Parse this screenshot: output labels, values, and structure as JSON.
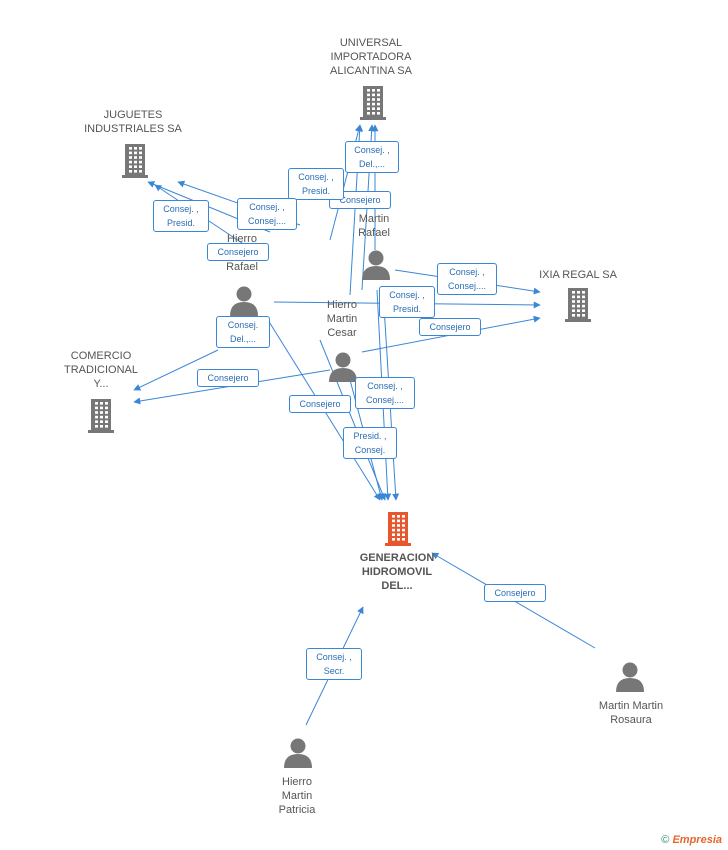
{
  "colors": {
    "edge": "#3a87d6",
    "company": "#777777",
    "main_company": "#e8562e",
    "person": "#777777"
  },
  "companies": [
    {
      "id": "universal",
      "label": "UNIVERSAL\nIMPORTADORA\nALICANTINA SA",
      "icon": "building-icon"
    },
    {
      "id": "juguetes",
      "label": "JUGUETES\nINDUSTRIALES SA",
      "icon": "building-icon"
    },
    {
      "id": "ixia",
      "label": "IXIA REGAL SA",
      "icon": "building-icon"
    },
    {
      "id": "comercio",
      "label": "COMERCIO\nTRADICIONAL\nY...",
      "icon": "building-icon"
    },
    {
      "id": "generacion",
      "label": "GENERACION\nHIDROMOVIL\nDEL...",
      "icon": "building-icon",
      "main": true
    }
  ],
  "persons": [
    {
      "id": "martin_rafael",
      "label": "Martin\nRafael",
      "icon": "person-icon"
    },
    {
      "id": "hierro_rafael",
      "label": "Hierro\n...z\nRafael",
      "icon": "person-icon"
    },
    {
      "id": "hierro_cesar",
      "label": "Hierro\nMartin\nCesar",
      "icon": "person-icon"
    },
    {
      "id": "martin_rosaura",
      "label": "Martin Martin\nRosaura",
      "icon": "person-icon"
    },
    {
      "id": "hierro_patricia",
      "label": "Hierro\nMartin\nPatricia",
      "icon": "person-icon"
    }
  ],
  "edge_labels": [
    "Consej. ,\nDel.,...",
    "Consej. ,\nPresid.",
    "Consejero",
    "Consej. ,\nPresid.",
    "Consej. ,\nConsej....",
    "Consejero",
    "Consej. ,\nConsej....",
    "Consej. ,\nPresid.",
    "Consejero",
    "Consej.\nDel.,...",
    "Consejero",
    "Consejero",
    "Consej. ,\nConsej....",
    "Presid. ,\nConsej.",
    "Consejero",
    "Consej. ,\nSecr."
  ],
  "footer": {
    "copyright": "©",
    "brand": "Empresia"
  }
}
